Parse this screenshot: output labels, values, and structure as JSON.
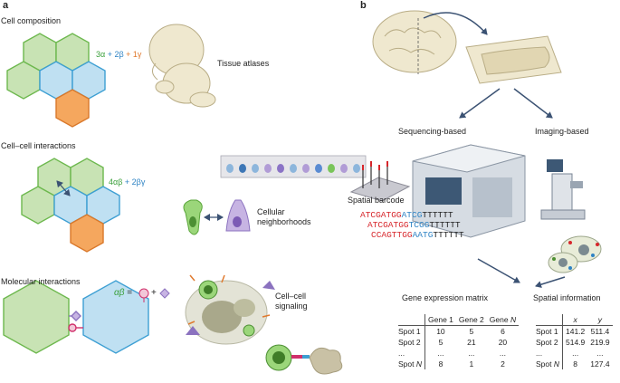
{
  "panels": {
    "a": "a",
    "b": "b"
  },
  "panel_a": {
    "cell_composition": {
      "title": "Cell composition",
      "formula": [
        "3α",
        " + 2β",
        " + 1γ"
      ],
      "label": "Tissue atlases"
    },
    "cell_cell_interactions": {
      "title": "Cell–cell interactions",
      "formula": [
        "4αβ",
        " + 2βγ"
      ],
      "label_lines": [
        "Cellular",
        "neighborhoods"
      ]
    },
    "molecular_interactions": {
      "title": "Molecular interactions",
      "formula_lhs": "αβ",
      "formula_eq": "=",
      "formula_plus": "+",
      "label_lines": [
        "Cell–cell",
        "signaling"
      ]
    }
  },
  "panel_b": {
    "sequencing_label": "Sequencing-based",
    "imaging_label": "Imaging-based",
    "barcode_label": "Spatial barcode",
    "sequences": [
      {
        "red": "ATCGATGG",
        "blue": "ATCG",
        "black": "TTTTTT"
      },
      {
        "red": "ATCGATGG",
        "blue": "TCGG",
        "black": "TTTTTT"
      },
      {
        "red": "CCAGTTGG",
        "blue": "AATG",
        "black": "TTTTTT"
      }
    ],
    "gene_matrix": {
      "title": "Gene expression matrix",
      "columns": [
        "",
        "Gene 1",
        "Gene 2",
        "Gene N"
      ],
      "rows": [
        [
          "Spot 1",
          "10",
          "5",
          "6"
        ],
        [
          "Spot 2",
          "5",
          "21",
          "20"
        ],
        [
          "...",
          "...",
          "...",
          "..."
        ],
        [
          "Spot N",
          "8",
          "1",
          "2"
        ]
      ]
    },
    "spatial_info": {
      "title": "Spatial information",
      "columns": [
        "",
        "x",
        "y"
      ],
      "rows": [
        [
          "Spot 1",
          "141.2",
          "511.4"
        ],
        [
          "Spot 2",
          "514.9",
          "219.9"
        ],
        [
          "...",
          "...",
          "..."
        ],
        [
          "Spot N",
          "8",
          "127.4"
        ]
      ]
    }
  },
  "colors": {
    "alpha_green": "#c8e3b4",
    "beta_blue": "#bfe0f2",
    "gamma_orange": "#f5a75e",
    "text_red": "#d7262b",
    "text_blue": "#2e83c4",
    "arrow_navy": "#3b5273"
  }
}
